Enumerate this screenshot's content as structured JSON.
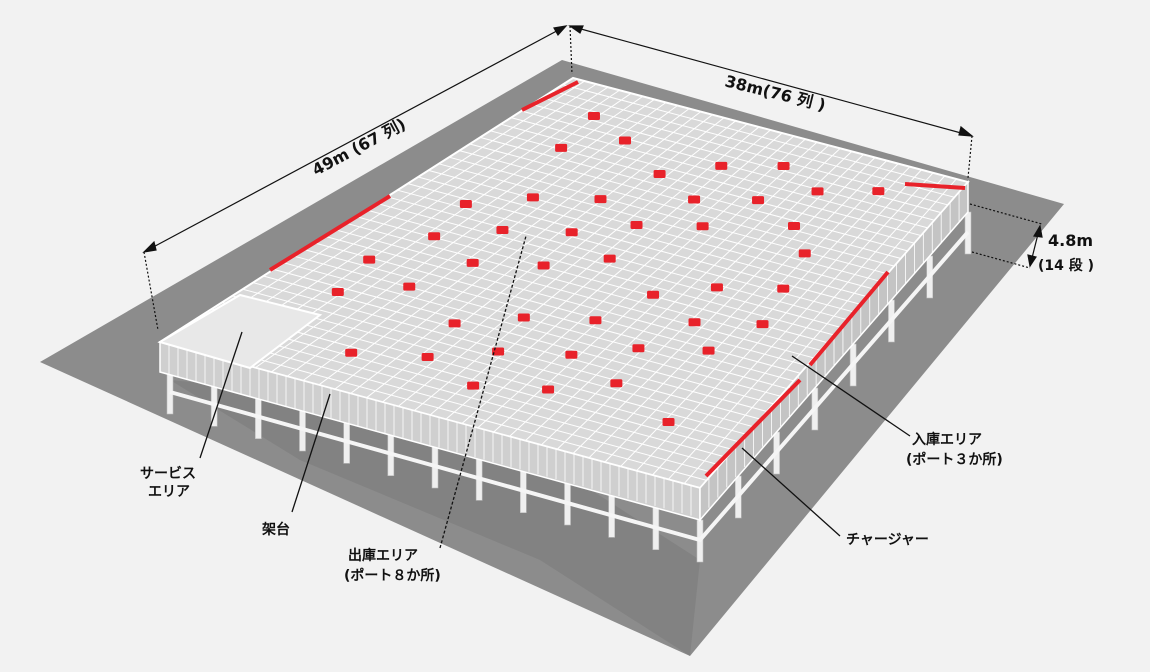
{
  "dimensions": {
    "length": "38m(76 列 )",
    "width": "49m (67 列)",
    "height_value": "4.8m",
    "height_sub": "(14 段 )"
  },
  "callouts": {
    "service_area_line1": "サービス",
    "service_area_line2": "エリア",
    "frame": "架台",
    "outbound_line1": "出庫エリア",
    "outbound_line2": "(ポート８か所)",
    "inbound_line1": "入庫エリア",
    "inbound_line2": "(ポート３か所)",
    "charger": "チャージャー"
  },
  "colors": {
    "background": "#f2f2f2",
    "floor": "#8c8c8c",
    "grid": "#ffffff",
    "robot": "#e8222a",
    "text": "#111111"
  }
}
